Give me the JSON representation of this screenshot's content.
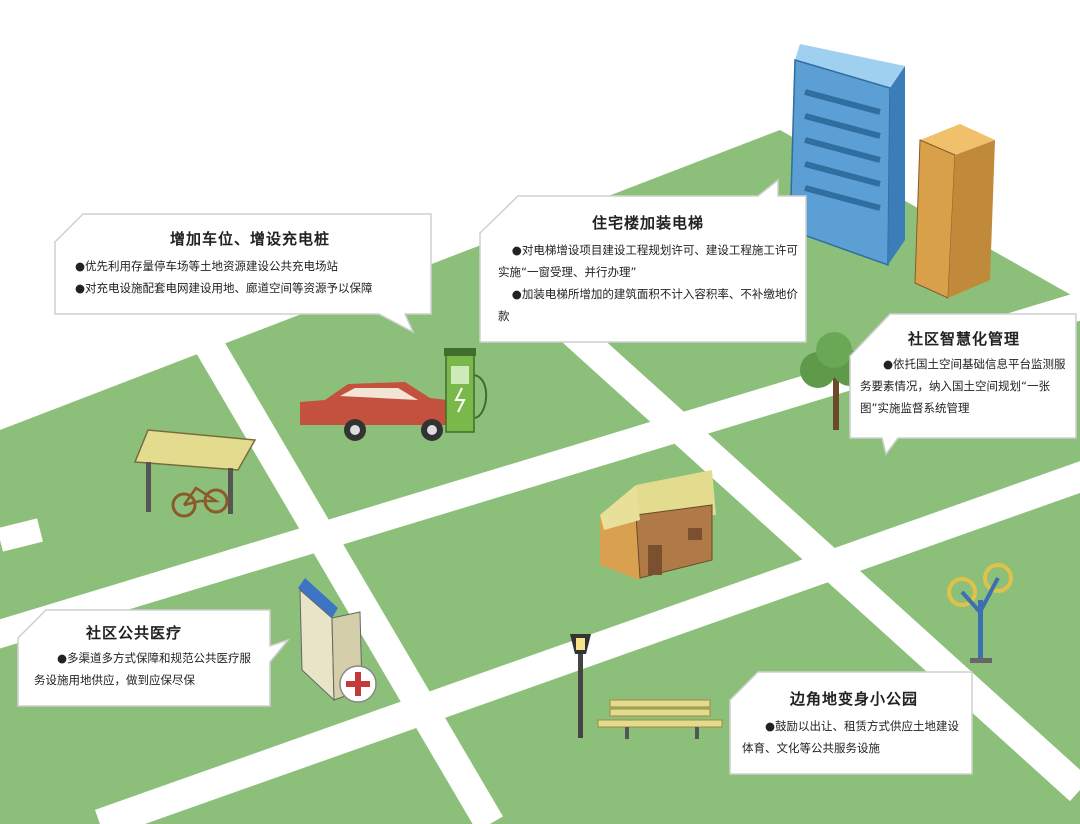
{
  "callouts": {
    "parking": {
      "title": "增加车位、增设充电桩",
      "items": [
        "●优先利用存量停车场等土地资源建设公共充电场站",
        "●对充电设施配套电网建设用地、廊道空间等资源予以保障"
      ]
    },
    "elevator": {
      "title": "住宅楼加装电梯",
      "items": [
        "●对电梯增设项目建设工程规划许可、建设工程施工许可实施“一窗受理、并行办理”",
        "●加装电梯所增加的建筑面积不计入容积率、不补缴地价款"
      ]
    },
    "smart": {
      "title": "社区智慧化管理",
      "items": [
        "●依托国土空间基础信息平台监测服务要素情况，纳入国土空间规划“一张图”实施监督系统管理"
      ]
    },
    "medical": {
      "title": "社区公共医疗",
      "items": [
        "●多渠道多方式保障和规范公共医疗服务设施用地供应，做到应保尽保"
      ]
    },
    "park": {
      "title": "边角地变身小公园",
      "items": [
        "●鼓励以出让、租赁方式供应土地建设体育、文化等公共服务设施"
      ]
    }
  },
  "colors": {
    "grass": "#8cc07a",
    "road": "#ffffff",
    "building_blue": "#5b9fd4",
    "building_orange": "#d9a04a",
    "car_red": "#c4513e",
    "charger_green": "#7bb84a"
  },
  "icons": [
    "bike-shelter-icon",
    "car-icon",
    "charger-icon",
    "office-building-icon",
    "tree-icon",
    "house-icon",
    "clinic-icon",
    "lamp-icon",
    "bench-icon",
    "fitness-equipment-icon"
  ]
}
